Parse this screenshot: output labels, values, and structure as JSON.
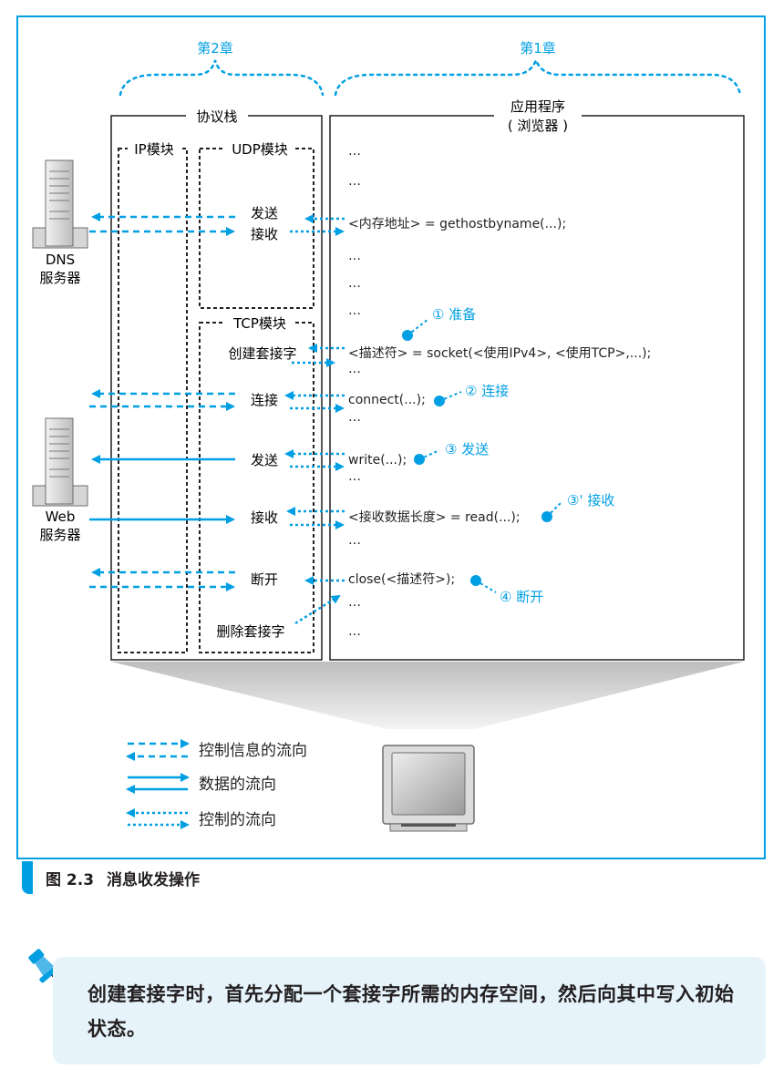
{
  "figure": {
    "chapter2": "第2章",
    "chapter1": "第1章",
    "protocol_stack": "协议栈",
    "app_title": "应用程序",
    "app_subtitle": "( 浏览器 )",
    "ip_module": "IP模块",
    "udp_module": "UDP模块",
    "tcp_module": "TCP模块",
    "dns_server": [
      "DNS",
      "服务器"
    ],
    "web_server": [
      "Web",
      "服务器"
    ],
    "udp_send": "发送",
    "udp_receive": "接收",
    "create_socket": "创建套接字",
    "connect": "连接",
    "send": "发送",
    "receive": "接收",
    "disconnect": "断开",
    "delete_socket": "删除套接字",
    "ellipsis": "…",
    "code": {
      "gethost": "<内存地址> = gethostbyname(...);",
      "socket": "<描述符> = socket(<使用IPv4>, <使用TCP>,...);",
      "connect": "connect(...);",
      "write": "write(...);",
      "read": "<接收数据长度> = read(...);",
      "close": "close(<描述符>);"
    },
    "steps": {
      "prepare": "① 准备",
      "connect": "② 连接",
      "send": "③ 发送",
      "receive": "③' 接收",
      "disconnect": "④ 断开"
    },
    "legend": {
      "control_info": "控制信息的流向",
      "data": "数据的流向",
      "control": "控制的流向"
    }
  },
  "caption": {
    "number": "图 2.3",
    "title": "消息收发操作"
  },
  "note": {
    "text": "创建套接字时，首先分配一个套接字所需的内存空间，然后向其中写入初始状态。"
  },
  "colors": {
    "accent": "#009fe3",
    "note_bg": "#e6f3fa"
  }
}
